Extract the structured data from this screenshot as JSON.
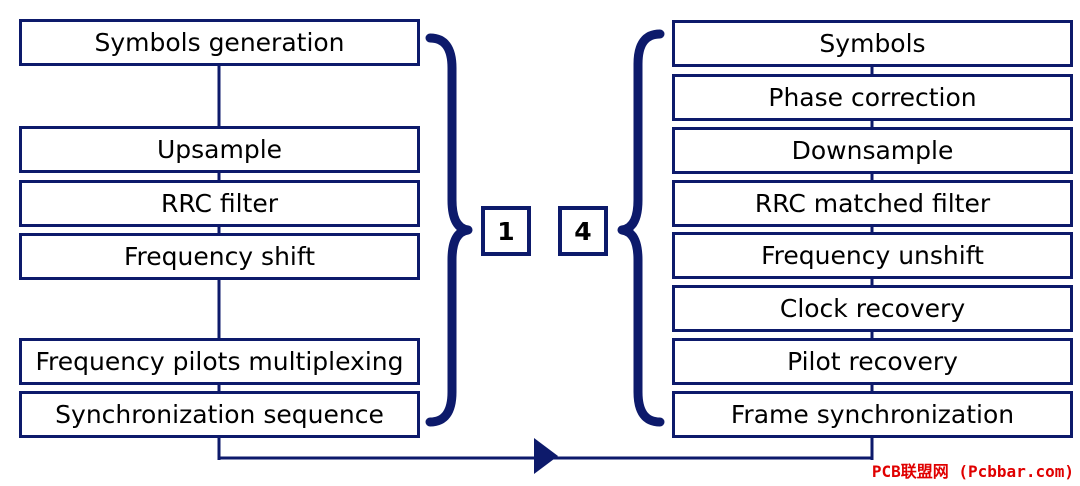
{
  "colors": {
    "stroke": "#0d1a6b",
    "text": "#000000",
    "watermark": "#e00000"
  },
  "transmitter": {
    "steps": [
      "Symbols generation",
      "Upsample",
      "RRC filter",
      "Frequency shift",
      "Frequency pilots multiplexing",
      "Synchronization sequence"
    ]
  },
  "receiver": {
    "steps": [
      "Symbols",
      "Phase correction",
      "Downsample",
      "RRC matched filter",
      "Frequency unshift",
      "Clock recovery",
      "Pilot recovery",
      "Frame synchronization"
    ]
  },
  "markers": {
    "left": "1",
    "right": "4"
  },
  "flow_arrow_icon": "arrow-right-icon",
  "watermark": "PCB联盟网 (Pcbbar.com)"
}
